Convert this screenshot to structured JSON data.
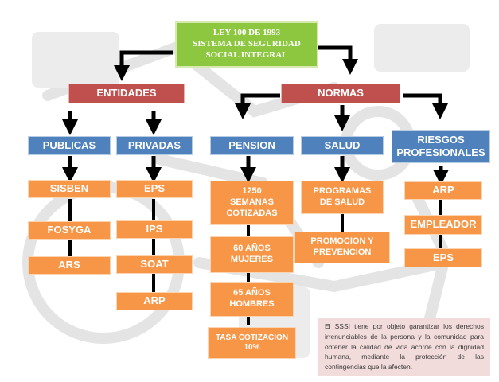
{
  "title": {
    "line1": "LEY 100  DE  1993",
    "line2": "SISTEMA DE SEGURIDAD",
    "line3": "SOCIAL INTEGRAL"
  },
  "branches": {
    "entidades": "ENTIDADES",
    "normas": "NORMAS"
  },
  "categories": {
    "publicas": "PUBLICAS",
    "privadas": "PRIVADAS",
    "pension": "PENSION",
    "salud": "SALUD",
    "riesgos_line1": "RIESGOS",
    "riesgos_line2": "PROFESIONALES"
  },
  "publicas_items": [
    "SISBEN",
    "FOSYGA",
    "ARS"
  ],
  "privadas_items": [
    "EPS",
    "IPS",
    "SOAT",
    "ARP"
  ],
  "pension_items": {
    "item1": [
      "1250",
      "SEMANAS",
      "COTIZADAS"
    ],
    "item2": [
      "60 AÑOS",
      "MUJERES"
    ],
    "item3": [
      "65 AÑOS",
      "HOMBRES"
    ],
    "item4": [
      "TASA COTIZACION",
      "10%"
    ]
  },
  "salud_items": {
    "item1": [
      "PROGRAMAS",
      "DE SALUD"
    ],
    "item2": [
      "PROMOCION Y",
      "PREVENCION"
    ]
  },
  "riesgos_items": [
    "ARP",
    "EMPLEADOR",
    "EPS"
  ],
  "note": "El SSSI tiene por objeto garantizar los derechos irrenunciables de la persona y la comunidad para obtener la calidad de vida acorde con la dignidad humana, mediante la protección de las contingencias que la afecten.",
  "colors": {
    "title": "#8dc63f",
    "branch": "#c0504d",
    "category": "#4f81bd",
    "item": "#f79646",
    "note": "#f2dcdb",
    "connector": "#000000"
  }
}
